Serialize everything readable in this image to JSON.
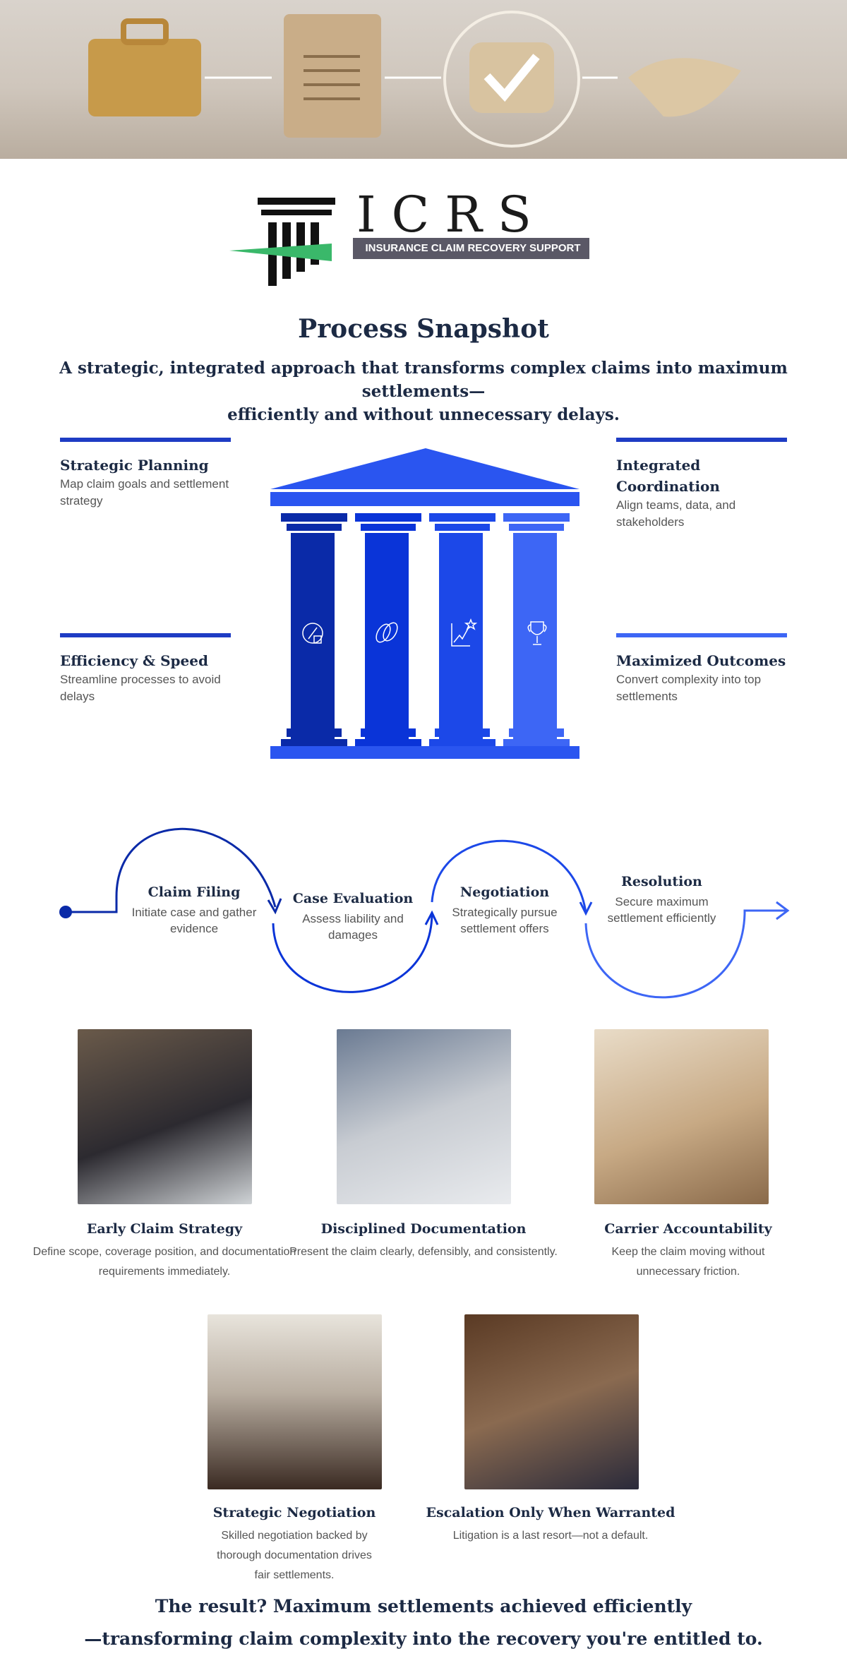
{
  "logo": {
    "mark": "ICRS",
    "tagline": "INSURANCE CLAIM RECOVERY SUPPORT"
  },
  "header": {
    "title": "Process Snapshot",
    "subtitle_line1": "A strategic, integrated approach that transforms complex claims into maximum settlements—",
    "subtitle_line2": "efficiently and without unnecessary delays."
  },
  "pillars": [
    {
      "title": "Strategic Planning",
      "desc": "Map claim goals and settlement strategy"
    },
    {
      "title": "Integrated Coordination",
      "desc": "Align teams, data, and stakeholders"
    },
    {
      "title": "Efficiency & Speed",
      "desc": "Streamline processes to avoid delays"
    },
    {
      "title": "Maximized Outcomes",
      "desc": "Convert complexity into top settlements"
    }
  ],
  "colors": {
    "pillar1": "#0a2aa8",
    "pillar2": "#0a34d8",
    "pillar3": "#1c48e8",
    "pillar4": "#3d66f5",
    "navy": "#1c2a44"
  },
  "flow": [
    {
      "title": "Claim Filing",
      "desc": "Initiate case and gather evidence"
    },
    {
      "title": "Case Evaluation",
      "desc": "Assess liability and damages"
    },
    {
      "title": "Negotiation",
      "desc": "Strategically pursue settlement offers"
    },
    {
      "title": "Resolution",
      "desc": "Secure maximum settlement efficiently"
    }
  ],
  "cards": [
    {
      "title": "Early Claim Strategy",
      "desc": "Define scope, coverage position, and documentation requirements immediately."
    },
    {
      "title": "Disciplined Documentation",
      "desc": "Present the claim clearly, defensibly, and consistently."
    },
    {
      "title": "Carrier Accountability",
      "desc": "Keep the claim moving without unnecessary friction."
    },
    {
      "title": "Strategic Negotiation",
      "desc": "Skilled negotiation backed by thorough documentation drives fair settlements."
    },
    {
      "title": "Escalation Only When Warranted",
      "desc": "Litigation is a last resort—not a default."
    }
  ],
  "result": {
    "line1": "The result? Maximum settlements achieved efficiently",
    "line2": "—transforming claim complexity into the recovery you're entitled to."
  }
}
